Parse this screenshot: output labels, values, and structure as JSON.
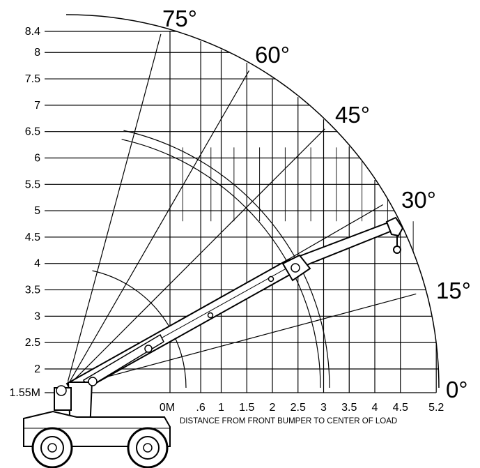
{
  "chart_data": {
    "type": "diagram",
    "y_ticks": [
      "8.4",
      "8",
      "7.5",
      "7",
      "6.5",
      "6",
      "5.5",
      "5",
      "4.5",
      "4",
      "3.5",
      "3",
      "2.5",
      "2",
      "1.55M"
    ],
    "y_values": [
      8.4,
      8,
      7.5,
      7,
      6.5,
      6,
      5.5,
      5,
      4.5,
      4,
      3.5,
      3,
      2.5,
      2,
      1.55
    ],
    "x_ticks": [
      "0M",
      ".6",
      "1",
      "1.5",
      "2",
      "2.5",
      "3",
      "3.5",
      "4",
      "4.5",
      "5.2"
    ],
    "x_values": [
      0,
      0.6,
      1,
      1.5,
      2,
      2.5,
      3,
      3.5,
      4,
      4.5,
      5.2
    ],
    "angles": [
      {
        "label": "75°",
        "deg": 75
      },
      {
        "label": "60°",
        "deg": 60
      },
      {
        "label": "45°",
        "deg": 45
      },
      {
        "label": "30°",
        "deg": 30
      },
      {
        "label": "15°",
        "deg": 15
      },
      {
        "label": "0°",
        "deg": 0
      }
    ],
    "xlabel": "DISTANCE FROM FRONT BUMPER TO CENTER OF LOAD",
    "xlim": [
      0,
      5.2
    ],
    "ylim": [
      1.55,
      8.4
    ]
  },
  "colors": {
    "ink": "#000000",
    "background": "#ffffff"
  }
}
